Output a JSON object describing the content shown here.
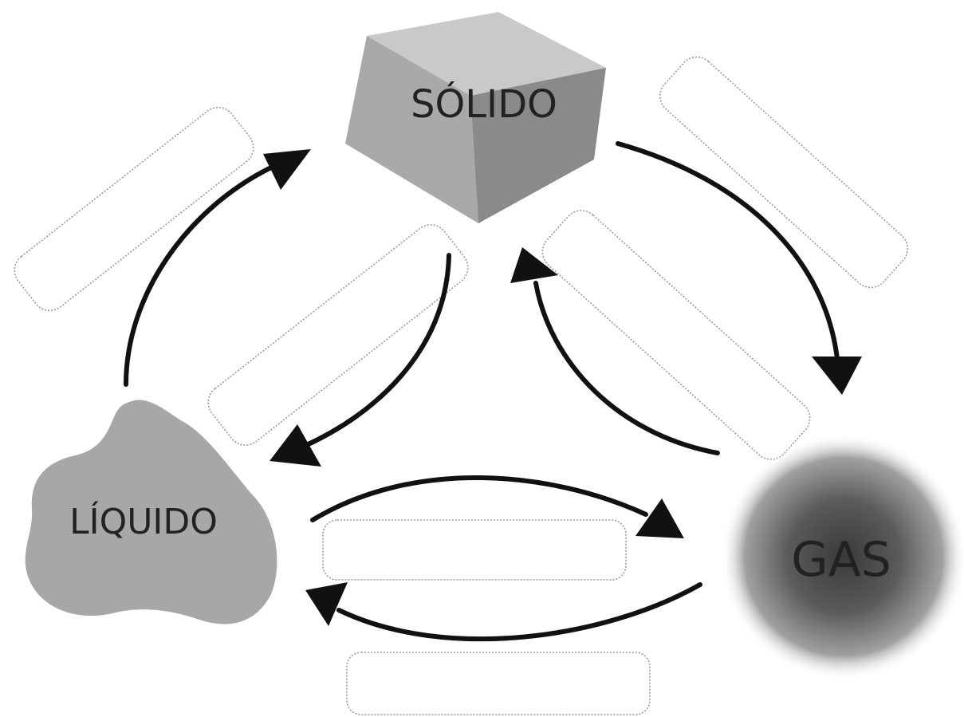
{
  "states": {
    "solid": {
      "label": "SÓLIDO"
    },
    "liquid": {
      "label": "LÍQUIDO"
    },
    "gas": {
      "label": "GAS"
    }
  },
  "blank_boxes": {
    "solid_to_gas": "",
    "liquid_to_solid": "",
    "solid_to_liquid": "",
    "gas_to_solid": "",
    "liquid_to_gas": "",
    "gas_to_liquid": ""
  },
  "colors": {
    "cube_top": "#c9c9c9",
    "cube_left": "#a9a9a9",
    "cube_right": "#8a8a8a",
    "liquid": "#a7a7a7",
    "gas_center": "#3a3a3a",
    "arrow": "#111111",
    "box_border": "#9a9a9a"
  }
}
